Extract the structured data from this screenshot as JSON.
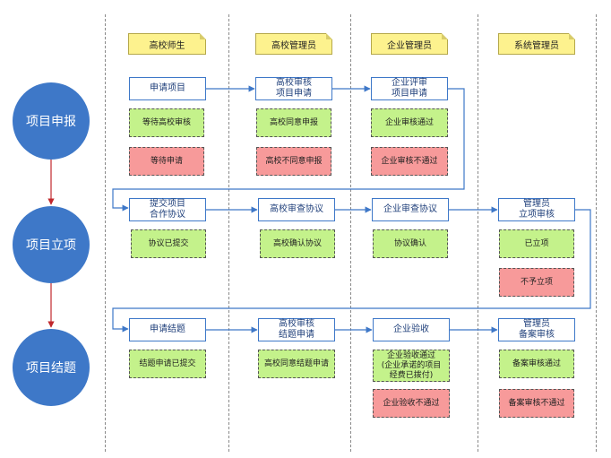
{
  "lanes": [
    "高校师生",
    "高校管理员",
    "企业管理员",
    "系统管理员"
  ],
  "phases": [
    "项目申报",
    "项目立项",
    "项目结题"
  ],
  "steps": {
    "apply": {
      "s1": "申请项目",
      "s2": "高校审核\n项目申请",
      "s3": "企业评审\n项目申请",
      "states": {
        "waiting_school": "等待高校审核",
        "school_agree": "高校同意申报",
        "ent_pass": "企业审核通过",
        "wait_apply": "等待申请",
        "school_disagree": "高校不同意申报",
        "ent_fail": "企业审核不通过"
      }
    },
    "approve": {
      "s1": "提交项目\n合作协议",
      "s2": "高校审查协议",
      "s3": "企业审查协议",
      "s4": "管理员\n立项审核",
      "states": {
        "submitted": "协议已提交",
        "school_confirm": "高校确认协议",
        "ent_confirm": "协议确认",
        "approved": "已立项",
        "rejected": "不予立项"
      }
    },
    "conclude": {
      "s1": "申请结题",
      "s2": "高校审核\n结题申请",
      "s3": "企业验收",
      "s4": "管理员\n备案审核",
      "states": {
        "submitted": "结题申请已提交",
        "school_agree": "高校同意结题申请",
        "ent_pass": "企业验收通过\n(企业承诺的项目\n经费已拨付)",
        "ent_fail": "企业验收不通过",
        "record_pass": "备案审核通过",
        "record_fail": "备案审核不通过"
      }
    }
  },
  "colors": {
    "primary": "#3e78c8",
    "ok": "#c4f28b",
    "no": "#f79a9a",
    "note": "#fdf28e",
    "phase_arrow": "#c0282d"
  }
}
